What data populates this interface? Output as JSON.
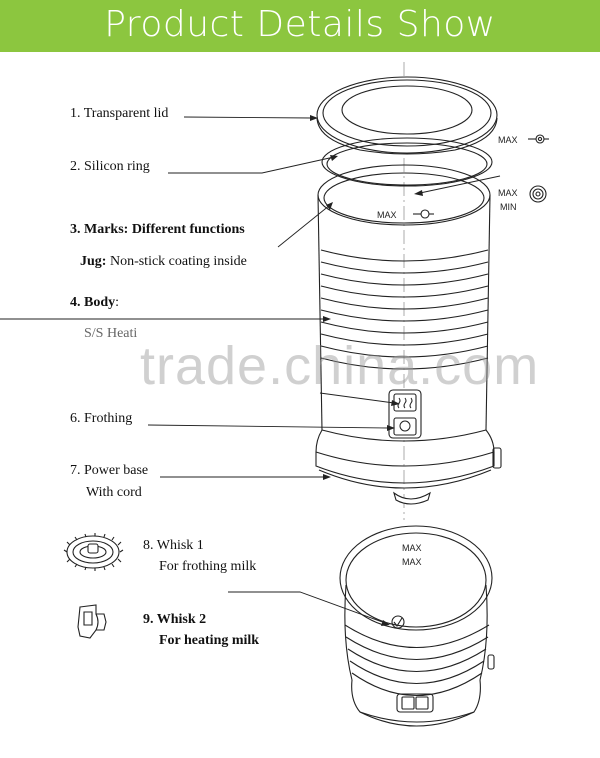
{
  "banner": {
    "title": "Product Details Show",
    "color": "#8cc63f"
  },
  "labels": {
    "l1": "1. Transparent lid",
    "l2": "2. Silicon ring",
    "l3": "3. Marks: Different functions",
    "l3b_bold": "Jug:",
    "l3b_rest": " Non-stick coating inside",
    "l4a": "4. Body",
    "l4b": ":",
    "l5": "S/S Heati",
    "l6": "6. Frothing",
    "l7a": "7. Power base",
    "l7b": "With cord",
    "l8a": "8. Whisk 1",
    "l8b": "For frothing milk",
    "l9a": "9. Whisk 2",
    "l9b": "For heating milk"
  },
  "marks": {
    "max": "MAX",
    "min": "MIN"
  },
  "watermark": "trade.china.com"
}
